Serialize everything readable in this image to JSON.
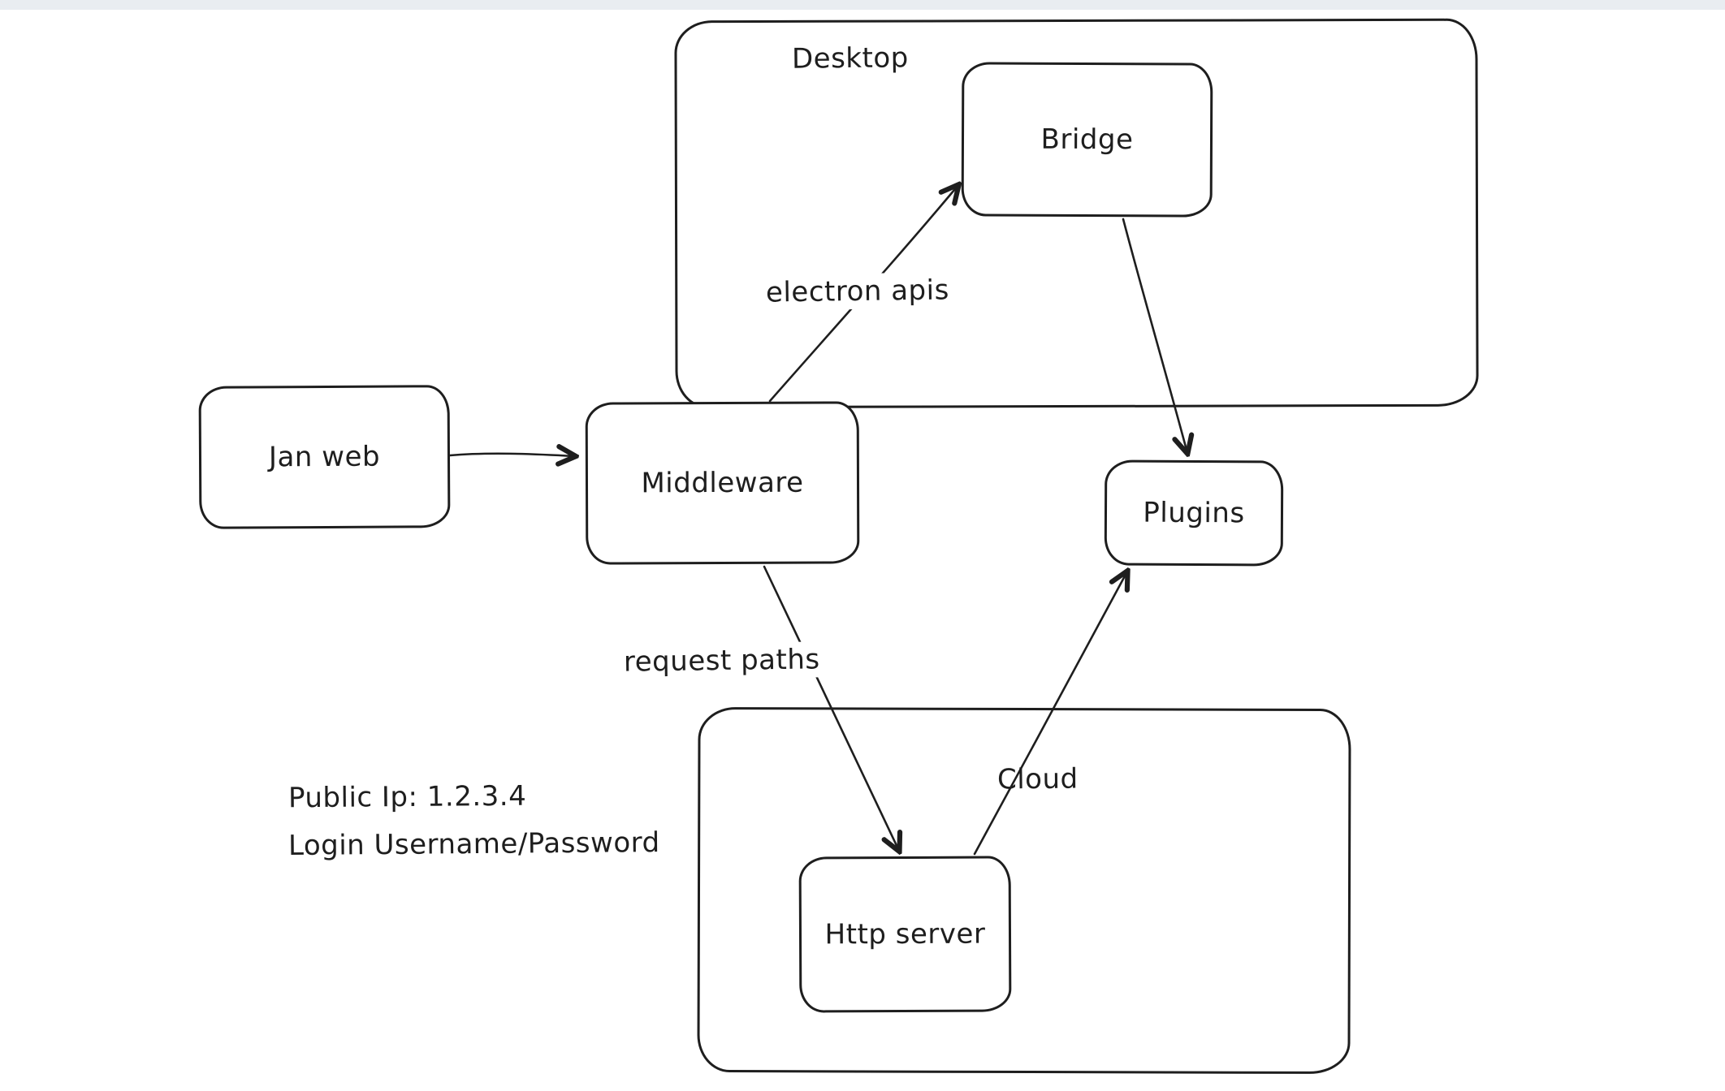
{
  "page": {
    "background": "#ffffff",
    "stroke_color": "#1e1e1e"
  },
  "diagram": {
    "containers": [
      {
        "id": "desktop",
        "label": "Desktop"
      },
      {
        "id": "cloud",
        "label": "Cloud"
      }
    ],
    "nodes": [
      {
        "id": "jan-web",
        "label": "Jan web"
      },
      {
        "id": "bridge",
        "label": "Bridge"
      },
      {
        "id": "middleware",
        "label": "Middleware"
      },
      {
        "id": "plugins",
        "label": "Plugins"
      },
      {
        "id": "http-server",
        "label": "Http server"
      }
    ],
    "edge_labels": [
      {
        "id": "electron-apis",
        "label": "electron apis"
      },
      {
        "id": "request-paths",
        "label": "request paths"
      }
    ],
    "annotations": {
      "public_ip": "Public Ip: 1.2.3.4",
      "login": "Login Username/Password"
    }
  }
}
